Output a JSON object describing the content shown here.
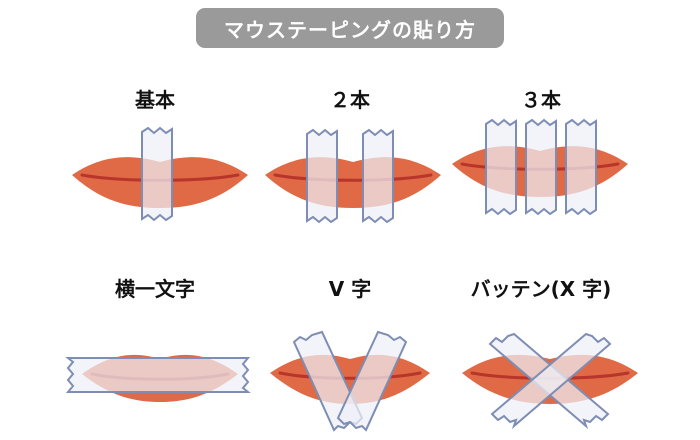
{
  "header": {
    "title": "マウステーピングの貼り方"
  },
  "methods": [
    {
      "label": "基本"
    },
    {
      "label": "２本"
    },
    {
      "label": "３本"
    },
    {
      "label": "横一文字"
    },
    {
      "label": "V 字"
    },
    {
      "label": "バッテン(X 字)"
    }
  ],
  "colors": {
    "title_bg": "#9a9a9a",
    "lip": "#e06a45",
    "lip_line": "#b8352b",
    "tape_fill": "#eef0f6",
    "tape_edge": "#7d8db3"
  }
}
